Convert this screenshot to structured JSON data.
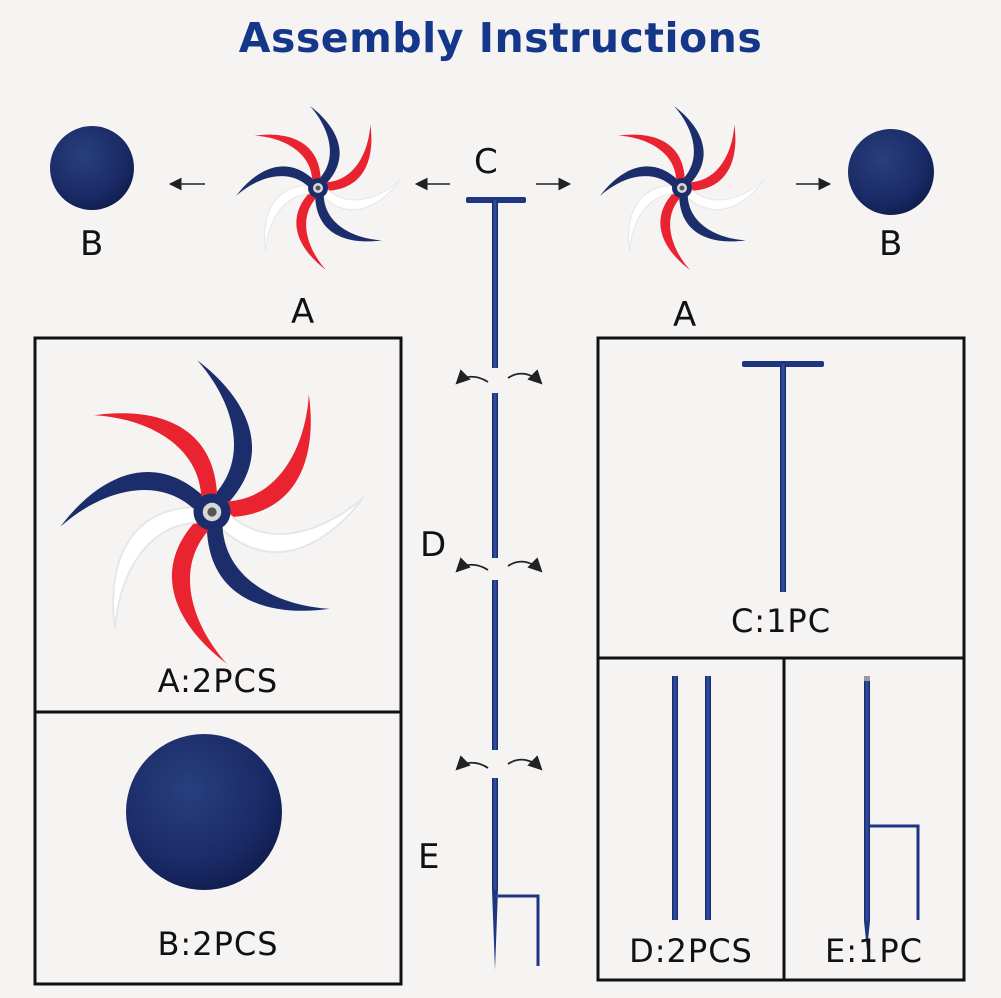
{
  "title": "Assembly Instructions",
  "labels": {
    "a_left": "A",
    "a_right": "A",
    "b_left": "B",
    "b_right": "B",
    "c": "C",
    "d": "D",
    "e": "E"
  },
  "parts": {
    "a": "A:2PCS",
    "b": "B:2PCS",
    "c": "C:1PC",
    "d": "D:2PCS",
    "e": "E:1PC"
  },
  "colors": {
    "title": "#15378a",
    "navy": "#1b2e6b",
    "red": "#ea2330",
    "white_petal": "#ffffff",
    "rod": "#24408f",
    "frame": "#111111"
  },
  "icons": [
    "pinwheel",
    "ball-cap",
    "t-handle-rod",
    "extension-rod",
    "ground-stake",
    "rotate-arrows",
    "direction-arrow"
  ]
}
